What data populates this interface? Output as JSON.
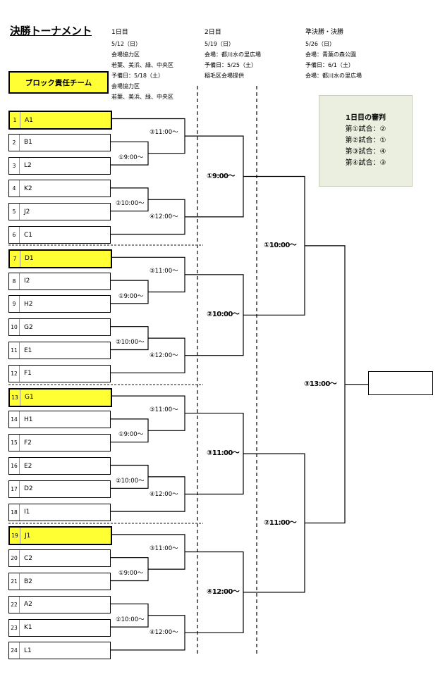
{
  "title": "決勝トーナメント",
  "legend": "ブロック責任チーム",
  "days": [
    {
      "label": "1日目",
      "lines": [
        "5/12（日）",
        "会場協力区",
        "若葉、美浜、緑、中央区",
        "予備日：5/18（土）",
        "会場協力区",
        "若葉、美浜、緑、中央区"
      ]
    },
    {
      "label": "2日目",
      "lines": [
        "5/19（日）",
        "会場：都川水の里広場",
        "予備日：5/25（土）",
        "稲毛区会場提供"
      ]
    },
    {
      "label": "準決勝・決勝",
      "lines": [
        "5/26（日）",
        "会場：青葉の森公園",
        "予備日：6/1（土）",
        "会場：都川水の里広場"
      ]
    }
  ],
  "referee": {
    "title": "1日目の審判",
    "lines": [
      "第①試合：②",
      "第②試合：①",
      "第③試合：④",
      "第④試合：③"
    ]
  },
  "teams": [
    {
      "num": "1",
      "name": "A1",
      "highlight": true
    },
    {
      "num": "2",
      "name": "B1",
      "highlight": false
    },
    {
      "num": "3",
      "name": "L2",
      "highlight": false
    },
    {
      "num": "4",
      "name": "K2",
      "highlight": false
    },
    {
      "num": "5",
      "name": "J2",
      "highlight": false
    },
    {
      "num": "6",
      "name": "C1",
      "highlight": false
    },
    {
      "num": "7",
      "name": "D1",
      "highlight": true
    },
    {
      "num": "8",
      "name": "I2",
      "highlight": false
    },
    {
      "num": "9",
      "name": "H2",
      "highlight": false
    },
    {
      "num": "10",
      "name": "G2",
      "highlight": false
    },
    {
      "num": "11",
      "name": "E1",
      "highlight": false
    },
    {
      "num": "12",
      "name": "F1",
      "highlight": false
    },
    {
      "num": "13",
      "name": "G1",
      "highlight": true
    },
    {
      "num": "14",
      "name": "H1",
      "highlight": false
    },
    {
      "num": "15",
      "name": "F2",
      "highlight": false
    },
    {
      "num": "16",
      "name": "E2",
      "highlight": false
    },
    {
      "num": "17",
      "name": "D2",
      "highlight": false
    },
    {
      "num": "18",
      "name": "I1",
      "highlight": false
    },
    {
      "num": "19",
      "name": "J1",
      "highlight": true
    },
    {
      "num": "20",
      "name": "C2",
      "highlight": false
    },
    {
      "num": "21",
      "name": "B2",
      "highlight": false
    },
    {
      "num": "22",
      "name": "A2",
      "highlight": false
    },
    {
      "num": "23",
      "name": "K1",
      "highlight": false
    },
    {
      "num": "24",
      "name": "L1",
      "highlight": false
    }
  ],
  "day1_times": {
    "t1": "①9:00〜",
    "t2": "②10:00〜",
    "t3": "③11:00〜",
    "t4": "④12:00〜"
  },
  "day2_times": [
    "①9:00〜",
    "②10:00〜",
    "③11:00〜",
    "④12:00〜"
  ],
  "semi_times": [
    "①10:00〜",
    "②11:00〜"
  ],
  "final_time": "③13:00〜"
}
